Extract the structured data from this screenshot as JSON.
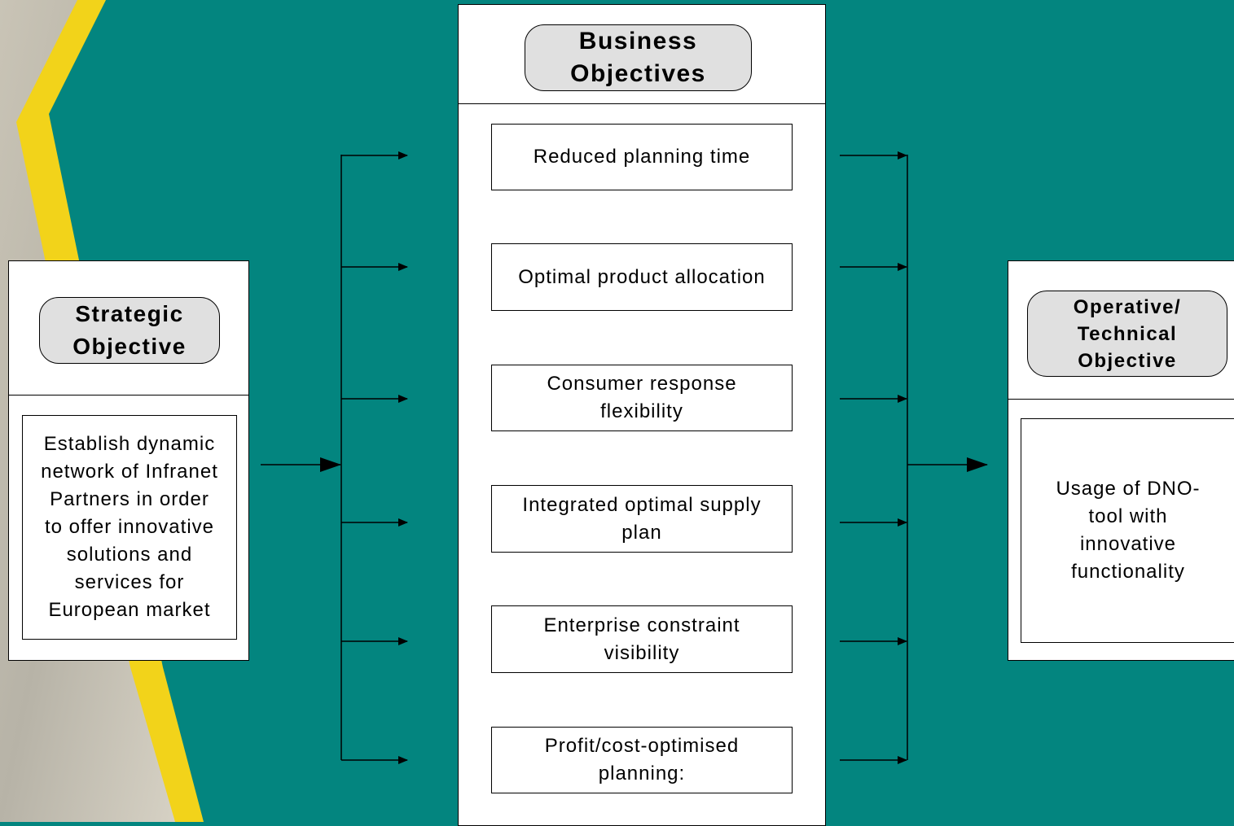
{
  "colors": {
    "background": "#03857f",
    "accent_stripe": "#f2d31a",
    "panel": "#ffffff",
    "pill": "#e0e0e0"
  },
  "strategic": {
    "title": "Strategic\nObjective",
    "text": "Establish dynamic\nnetwork of Infranet\nPartners in order\nto offer  innovative\nsolutions and\nservices for\nEuropean market"
  },
  "business": {
    "title": "Business\nObjectives",
    "items": [
      "Reduced planning time",
      "Optimal product allocation",
      "Consumer response\nflexibility",
      "Integrated optimal supply\nplan",
      "Enterprise constraint\nvisibility",
      "Profit/cost-optimised\nplanning:"
    ]
  },
  "operative": {
    "title": "Operative/\nTechnical\nObjective",
    "text": "Usage of DNO-\ntool with\ninnovative\nfunctionality"
  }
}
